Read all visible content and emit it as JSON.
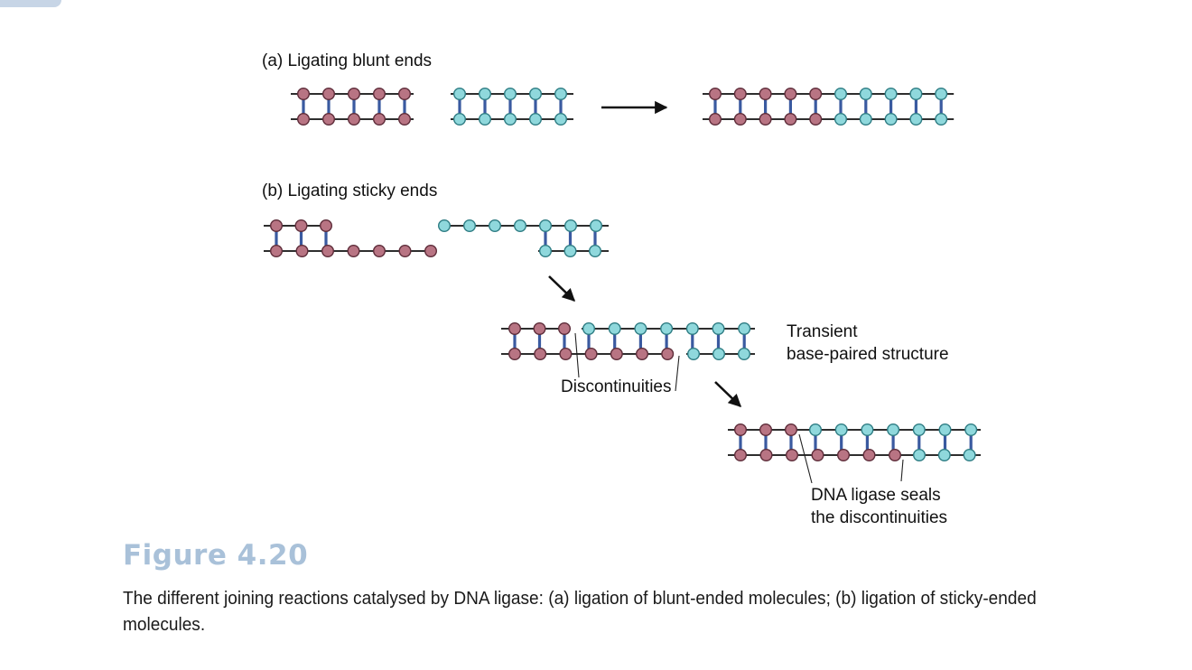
{
  "panel_a": {
    "label": "(a) Ligating blunt ends"
  },
  "panel_b": {
    "label": "(b) Ligating sticky ends"
  },
  "annotations": {
    "transient_line1": "Transient",
    "transient_line2": "base-paired structure",
    "discontinuities": "Discontinuities",
    "ligase_line1": "DNA ligase seals",
    "ligase_line2": "the discontinuities"
  },
  "figure": {
    "label": "Figure 4.20",
    "caption": "The different joining reactions catalysed by DNA ligase: (a) ligation of blunt-ended molecules; (b) ligation of sticky-ended molecules."
  },
  "colors": {
    "fragment_1": "#b87483",
    "fragment_2": "#8fd8dc",
    "base_pair_rung": "#3a5aa0",
    "backbone": "#111111",
    "figure_label": "#a9c1d9"
  },
  "icons": {
    "arrow": "arrow-icon"
  }
}
